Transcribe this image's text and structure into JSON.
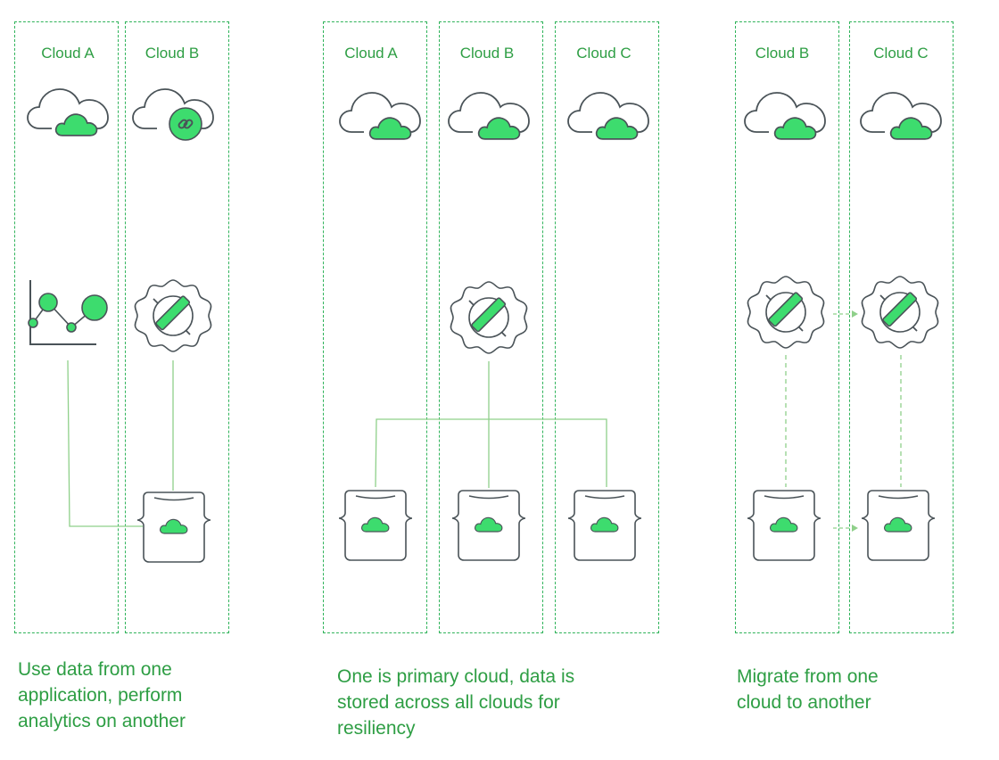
{
  "colors": {
    "green": "#3ddc6e",
    "outline": "#4a5358",
    "dash": "#2fb35a",
    "text": "#2e9e44",
    "line": "#8fd08a"
  },
  "panels": [
    {
      "columns": [
        "Cloud A",
        "Cloud B"
      ],
      "caption": [
        "Use data from one",
        "application, perform",
        "analytics on another"
      ]
    },
    {
      "columns": [
        "Cloud A",
        "Cloud B",
        "Cloud C"
      ],
      "caption": [
        "One is primary cloud, data is",
        "stored across all clouds for",
        "resiliency"
      ]
    },
    {
      "columns": [
        "Cloud B",
        "Cloud C"
      ],
      "caption": [
        "Migrate from one",
        "cloud to another"
      ]
    }
  ],
  "icons": [
    "cloud-icon",
    "cloud-link-icon",
    "analytics-chart-icon",
    "plug-gear-icon",
    "cloud-storage-bucket-icon"
  ]
}
